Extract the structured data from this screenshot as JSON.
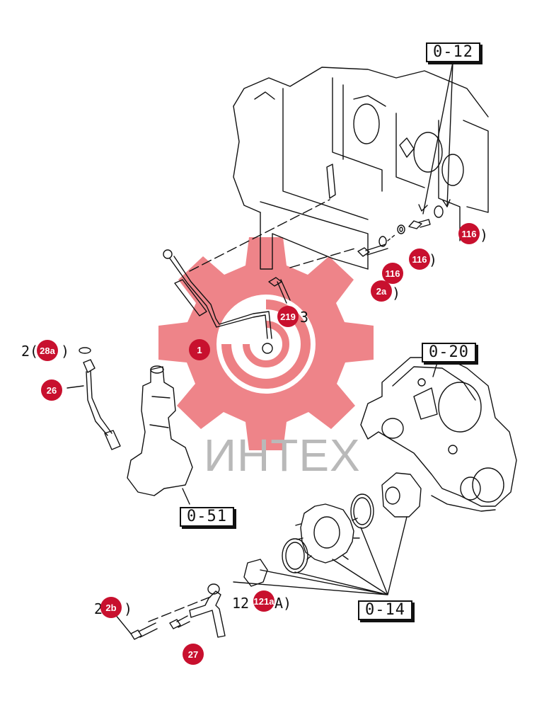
{
  "colors": {
    "callout": "#c8102e",
    "watermark": "#e7555b",
    "watermark_text": "#b9b9b9",
    "line": "#111111"
  },
  "watermark": {
    "text": "ИНТЕХ"
  },
  "ref_boxes": {
    "r012": "0-12",
    "r020": "0-20",
    "r051": "0-51",
    "r014": "0-14"
  },
  "callouts": {
    "c116_top": "116",
    "c116_mid": "116",
    "c116_low": "116",
    "c2a": "2a",
    "c219": "219",
    "c1": "1",
    "c28a": "28a",
    "c26": "26",
    "c2b": "2b",
    "c121a": "121a",
    "c27": "27"
  },
  "label_fragments": {
    "f116_top": ")",
    "f116_mid": ")",
    "f2a": ")",
    "f219": "3",
    "f28a_pre": "2(",
    "f28a_post": ")",
    "f2b_pre": "2(",
    "f2b_post": ")",
    "f121a_pre": "12",
    "f121a_post": "A)"
  }
}
